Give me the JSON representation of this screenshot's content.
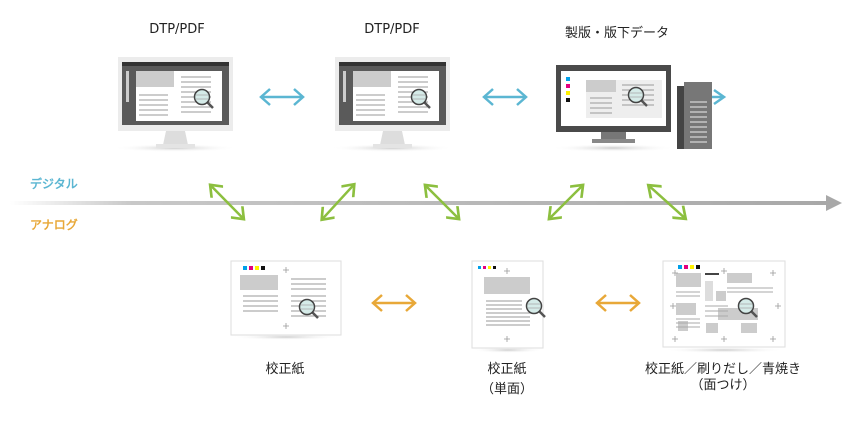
{
  "top_labels": [
    "DTP/PDF",
    "DTP/PDF",
    "製版・版下データ"
  ],
  "axis": {
    "digital": "デジタル",
    "analog": "アナログ"
  },
  "bottom_labels": {
    "proof1": "校正紙",
    "proof2": "校正紙",
    "proof2_sub": "（単面）",
    "proof3": "校正紙／刷りだし／青焼き",
    "proof3_sub": "（面つけ）"
  },
  "colors": {
    "digital": "#5bb6d2",
    "analog": "#e8a838",
    "link": "#8cbf3f",
    "timeline": "#b0b0b0"
  }
}
